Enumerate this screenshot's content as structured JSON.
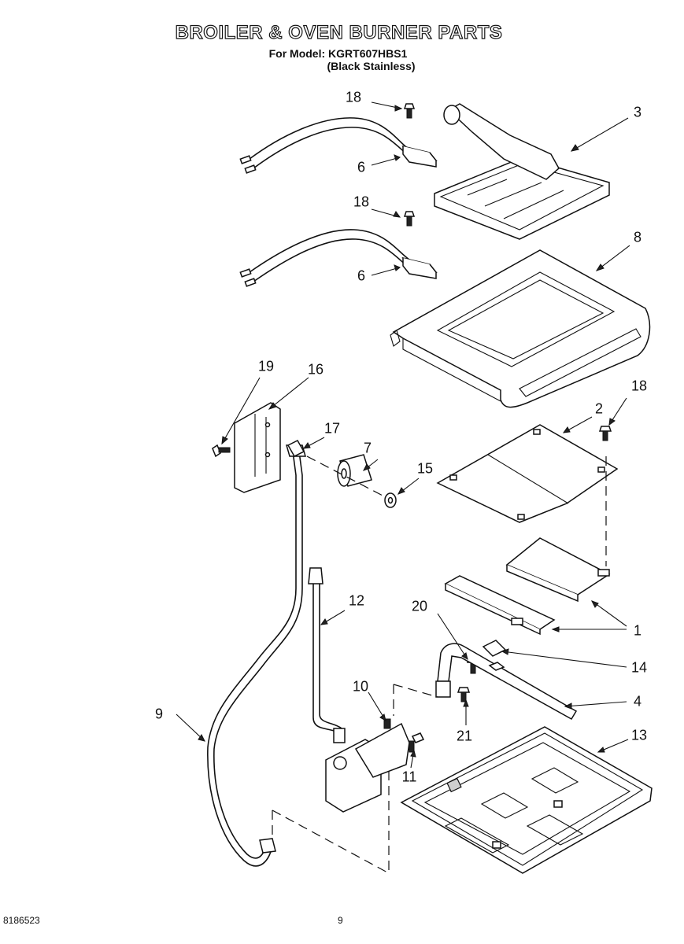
{
  "header": {
    "title": "BROILER & OVEN BURNER PARTS",
    "model_line": "For Model: KGRT607HBS1",
    "variant_line": "(Black Stainless)"
  },
  "callouts": [
    "18",
    "3",
    "6",
    "18",
    "8",
    "6",
    "19",
    "16",
    "18",
    "2",
    "17",
    "7",
    "15",
    "12",
    "20",
    "1",
    "14",
    "10",
    "4",
    "9",
    "21",
    "11",
    "13"
  ],
  "footer": {
    "document_number": "8186523",
    "page_number": "9"
  }
}
